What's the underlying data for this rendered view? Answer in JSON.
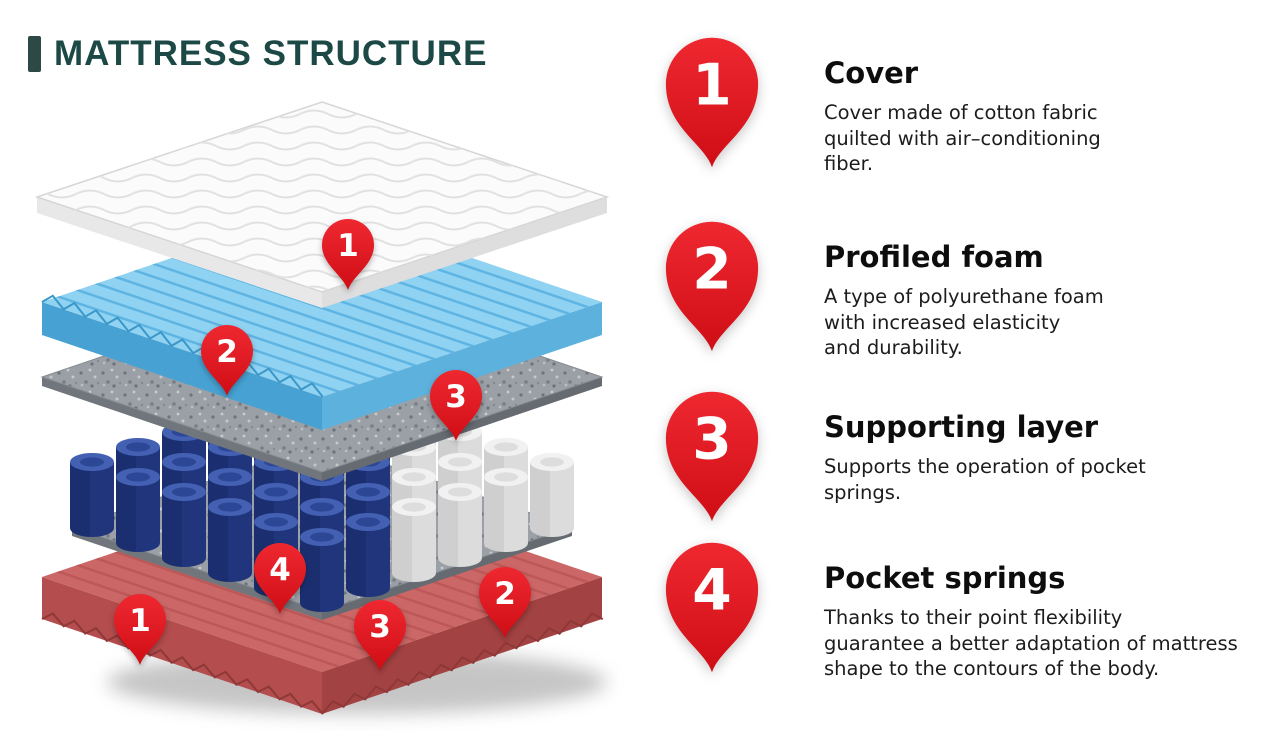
{
  "header": {
    "title": "MATTRESS STRUCTURE"
  },
  "colors": {
    "accent_red": "#e2161d",
    "title_teal": "#1c4945",
    "foam_blue": "#8fd2f1",
    "spring_navy": "#20357c",
    "base_red": "#cb6767",
    "felt_gray": "#9aa0a6"
  },
  "diagram": {
    "badges": [
      {
        "num": "1"
      },
      {
        "num": "2"
      },
      {
        "num": "3"
      },
      {
        "num": "4"
      },
      {
        "num": "1"
      },
      {
        "num": "3"
      },
      {
        "num": "2"
      }
    ]
  },
  "legend": {
    "items": [
      {
        "number": "1",
        "title": "Cover",
        "description": "Cover made of cotton fabric\nquilted with air–conditioning\nfiber."
      },
      {
        "number": "2",
        "title": "Profiled foam",
        "description": "A type of polyurethane foam\nwith increased elasticity\nand durability."
      },
      {
        "number": "3",
        "title": "Supporting layer",
        "description": "Supports the operation of pocket\nsprings."
      },
      {
        "number": "4",
        "title": "Pocket springs",
        "description": "Thanks to their point flexibility\nguarantee a better adaptation of mattress\nshape to the contours of the body."
      }
    ]
  }
}
